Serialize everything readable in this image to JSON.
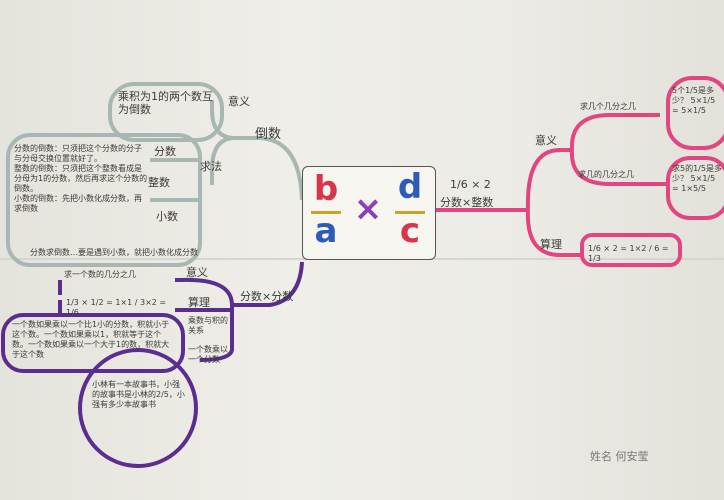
{
  "center": {
    "numerator_left": "b",
    "denominator_left": "a",
    "operator": "×",
    "numerator_right": "d",
    "denominator_right": "c"
  },
  "reciprocal": {
    "title": "倒数",
    "meaning_label": "意义",
    "meaning": "乘积为1的两个数互为倒数",
    "method_label": "求法",
    "kinds": [
      "分数",
      "整数",
      "小数"
    ],
    "note": "分数的倒数：只须把这个分数的分子与分母交换位置就好了。\n整数的倒数：只须把这个整数看成是分母为1的分数，然后再求这个分数的倒数。\n小数的倒数：先把小数化成分数，再求倒数",
    "note_tail": "分数求倒数…要是遇到小数，就把小数化成分数"
  },
  "frac_x_frac": {
    "title": "分数×分数",
    "meaning_label": "意义",
    "meaning": "求一个数的几分之几",
    "theory_label": "算理",
    "theory": "1/3 × 1/2 = 1×1 / 3×2 = 1/6",
    "relation": "乘数与积的关系",
    "relation_note": "一个数如果乘以一个比1小的分数，积就小于这个数。一个数如果乘以1，积就等于这个数。一个数如果乘以一个大于1的数，积就大于这个数",
    "side_note": "一个数乘以一个分数",
    "example": "小林有一本故事书，小强的故事书是小林的2/5，小强有多少本故事书"
  },
  "frac_x_int": {
    "example": "1/6 × 2",
    "title": "分数×整数",
    "meaning_label": "意义",
    "meaning_1": "求几个几分之几",
    "meaning_1_example": "5个1/5是多少？ 5×1/5 = 5×1/5",
    "meaning_2": "求几的几分之几",
    "meaning_2_example": "求5的1/5是多少？ 5×1/5 = 1×5/5",
    "theory_label": "算理",
    "theory": "1/6 × 2 = 1×2 / 6 = 1/3"
  },
  "signature": "姓名 何安莹",
  "colors": {
    "reciprocal": "#9fb3ad",
    "frac_x_frac": "#5a2d8f",
    "frac_x_int": "#e2457f",
    "b": "#d8344a",
    "a": "#2e5bb8",
    "x": "#8a3fb5",
    "d": "#2e5bb8",
    "c": "#d8344a"
  }
}
